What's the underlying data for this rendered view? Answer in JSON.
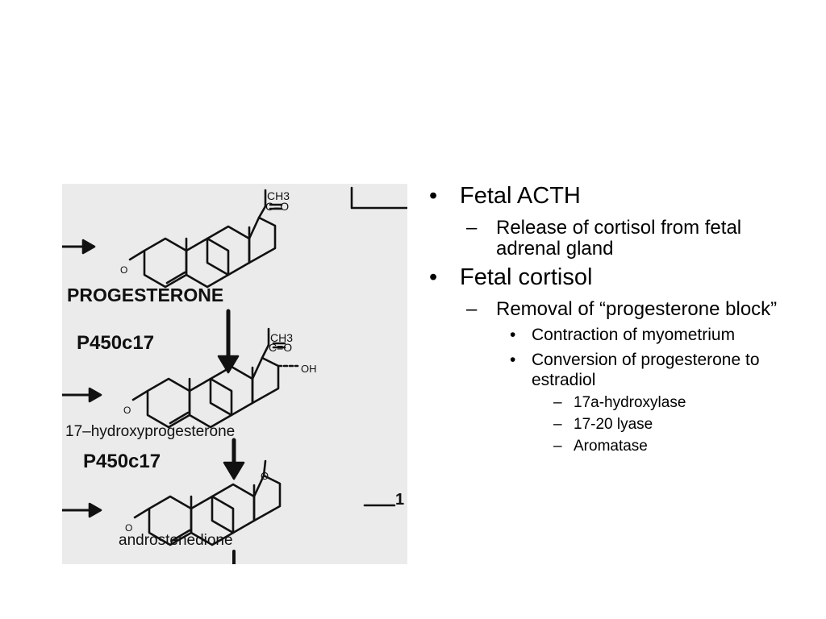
{
  "figure": {
    "labels": {
      "progesterone": "PROGESTERONE",
      "enzyme1": "P450c17",
      "hydroxyprogesterone": "17–hydroxyprogesterone",
      "enzyme2": "P450c17",
      "androstenedione": "androstenedione",
      "ch3_1": "CH3",
      "ch3_2": "CH3",
      "carbonyl_1": "C=O",
      "carbonyl_2": "C=O",
      "oh": "OH",
      "ketone_o1": "O",
      "ketone_o2": "O",
      "ketone_o3": "O",
      "ketone_o4": "O",
      "edge_mark": "1"
    },
    "colors": {
      "background": "#ebebeb",
      "ink": "#111111"
    }
  },
  "bullets": {
    "fetal_acth": "Fetal ACTH",
    "acth_sub": "Release of cortisol from fetal adrenal gland",
    "fetal_cortisol": "Fetal cortisol",
    "cortisol_sub": "Removal of “progesterone block”",
    "contraction": "Contraction of myometrium",
    "conversion": "Conversion of progesterone to estradiol",
    "enzymes": [
      "17a-hydroxylase",
      "17-20 lyase",
      "Aromatase"
    ]
  },
  "markers": {
    "level1": "•",
    "level2": "–",
    "level3": "•",
    "level4": "–"
  }
}
